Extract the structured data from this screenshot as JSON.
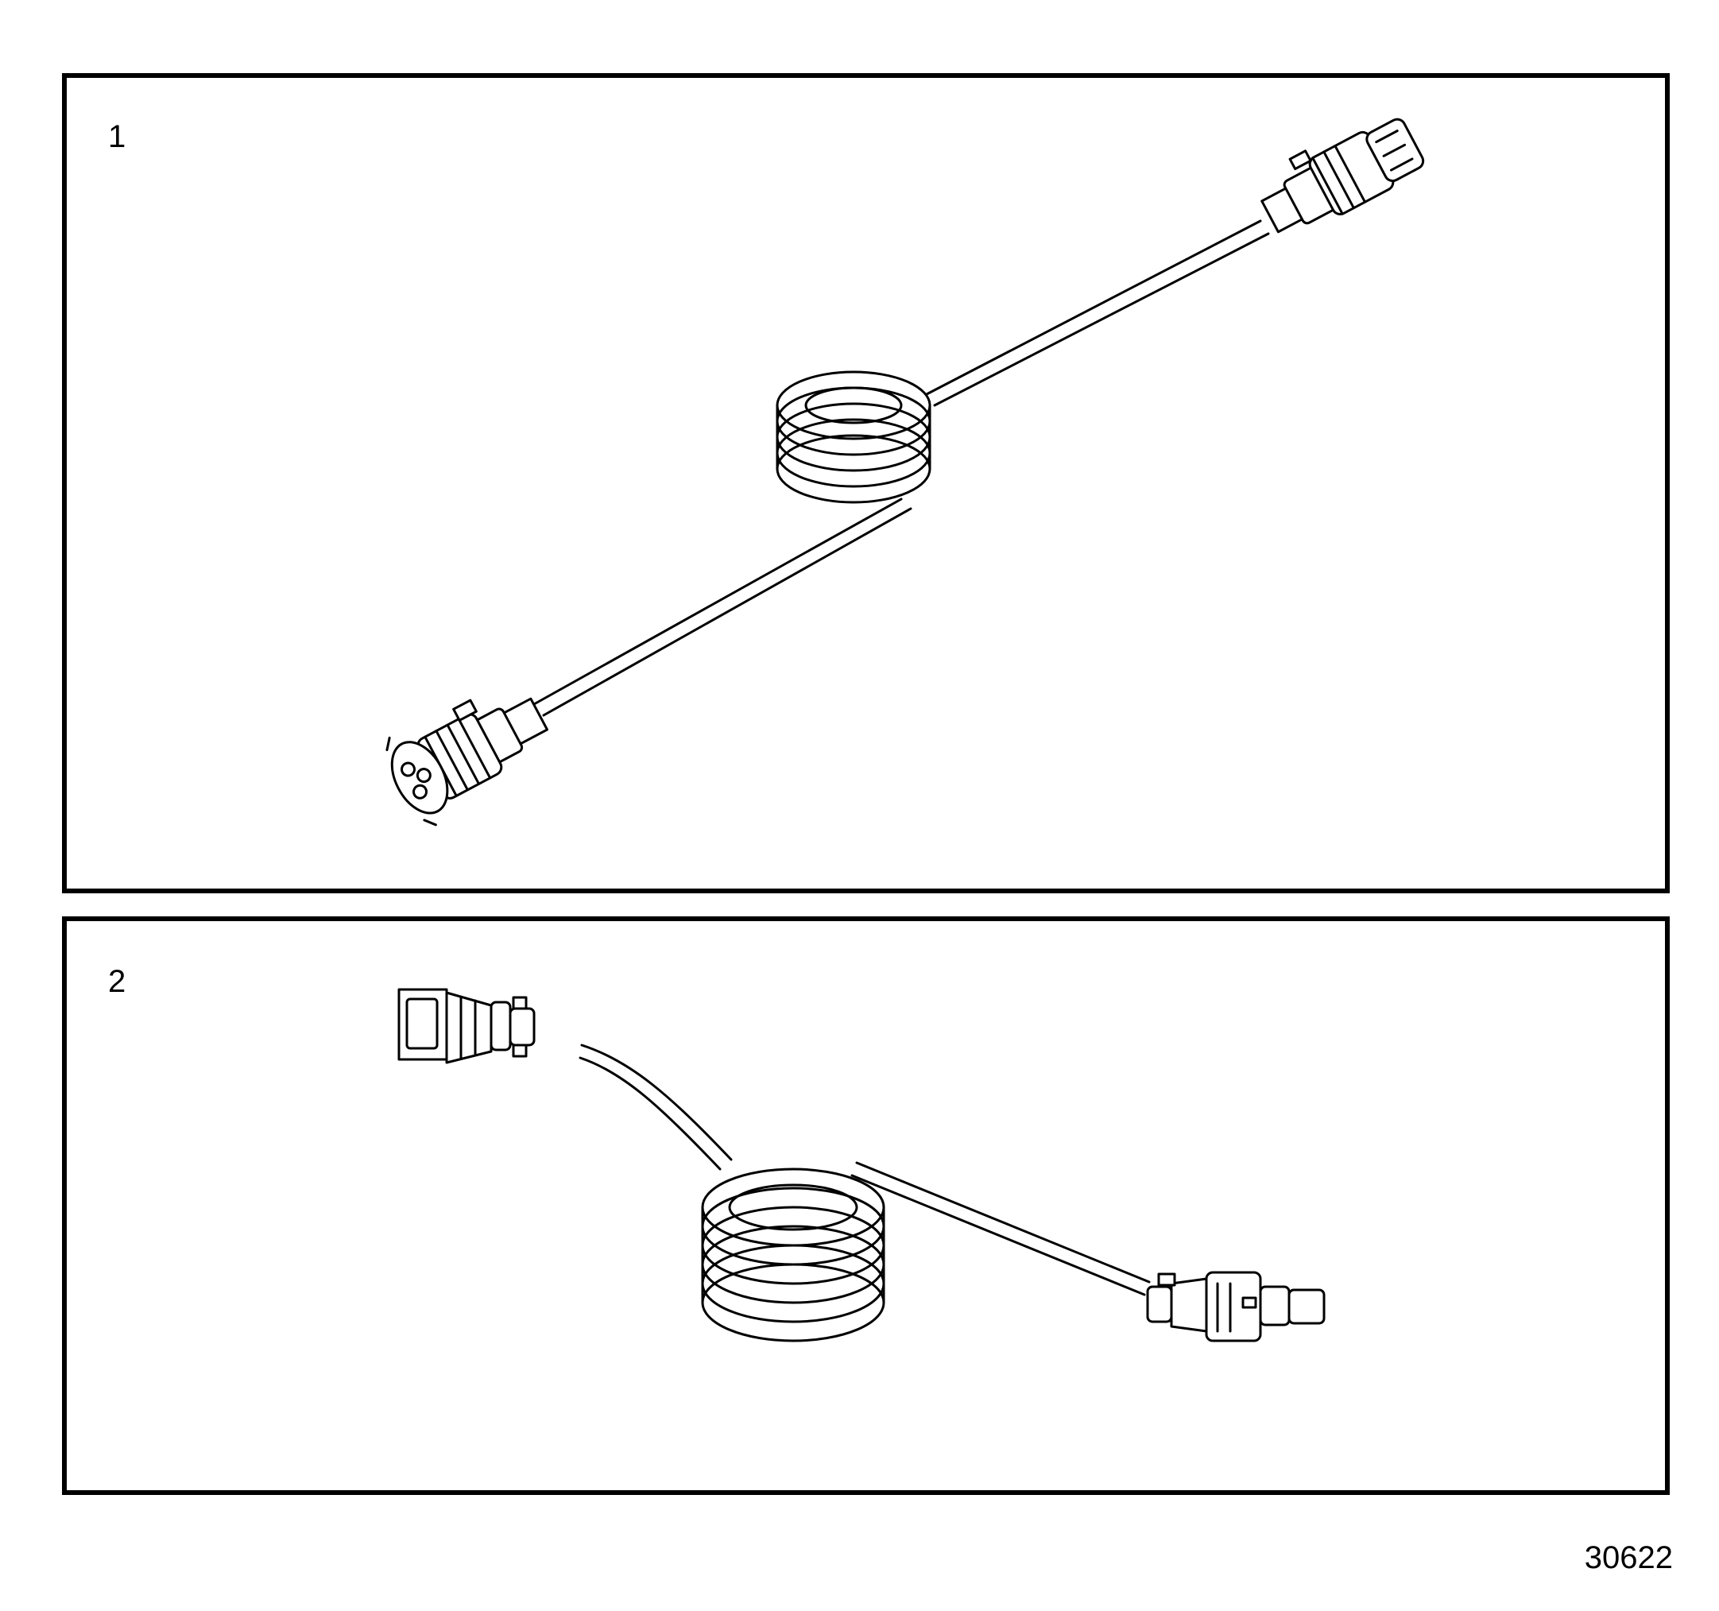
{
  "panels": [
    {
      "number": "1"
    },
    {
      "number": "2"
    }
  ],
  "figure": {
    "code": "30622"
  }
}
